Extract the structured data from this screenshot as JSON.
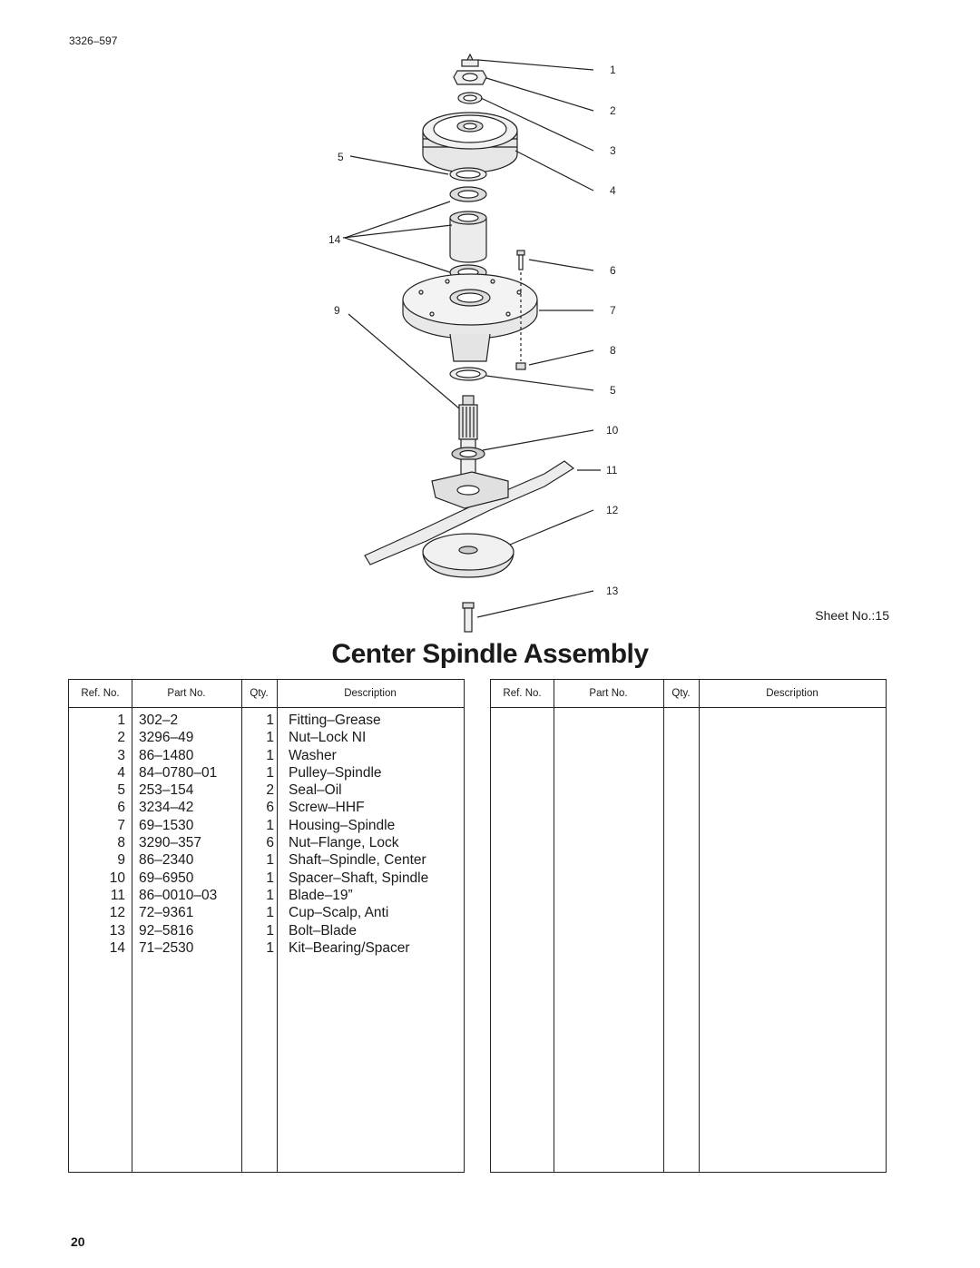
{
  "doc_id": "3326–597",
  "sheet_no": "Sheet No.:15",
  "title": "Center Spindle Assembly",
  "page_number": "20",
  "table_headers": {
    "ref": "Ref. No.",
    "part": "Part No.",
    "qty": "Qty.",
    "desc": "Description"
  },
  "parts": [
    {
      "ref": "1",
      "part": "302–2",
      "qty": "1",
      "desc": "Fitting–Grease"
    },
    {
      "ref": "2",
      "part": "3296–49",
      "qty": "1",
      "desc": "Nut–Lock NI"
    },
    {
      "ref": "3",
      "part": "86–1480",
      "qty": "1",
      "desc": "Washer"
    },
    {
      "ref": "4",
      "part": "84–0780–01",
      "qty": "1",
      "desc": "Pulley–Spindle"
    },
    {
      "ref": "5",
      "part": "253–154",
      "qty": "2",
      "desc": "Seal–Oil"
    },
    {
      "ref": "6",
      "part": "3234–42",
      "qty": "6",
      "desc": "Screw–HHF"
    },
    {
      "ref": "7",
      "part": "69–1530",
      "qty": "1",
      "desc": "Housing–Spindle"
    },
    {
      "ref": "8",
      "part": "3290–357",
      "qty": "6",
      "desc": "Nut–Flange, Lock"
    },
    {
      "ref": "9",
      "part": "86–2340",
      "qty": "1",
      "desc": "Shaft–Spindle, Center"
    },
    {
      "ref": "10",
      "part": "69–6950",
      "qty": "1",
      "desc": "Spacer–Shaft, Spindle"
    },
    {
      "ref": "11",
      "part": "86–0010–03",
      "qty": "1",
      "desc": "Blade–19”"
    },
    {
      "ref": "12",
      "part": "72–9361",
      "qty": "1",
      "desc": "Cup–Scalp, Anti"
    },
    {
      "ref": "13",
      "part": "92–5816",
      "qty": "1",
      "desc": "Bolt–Blade"
    },
    {
      "ref": "14",
      "part": "71–2530",
      "qty": "1",
      "desc": "Kit–Bearing/Spacer"
    }
  ],
  "callouts": [
    "1",
    "2",
    "3",
    "4",
    "5",
    "6",
    "7",
    "8",
    "5",
    "10",
    "11",
    "12",
    "13",
    "14",
    "9"
  ]
}
